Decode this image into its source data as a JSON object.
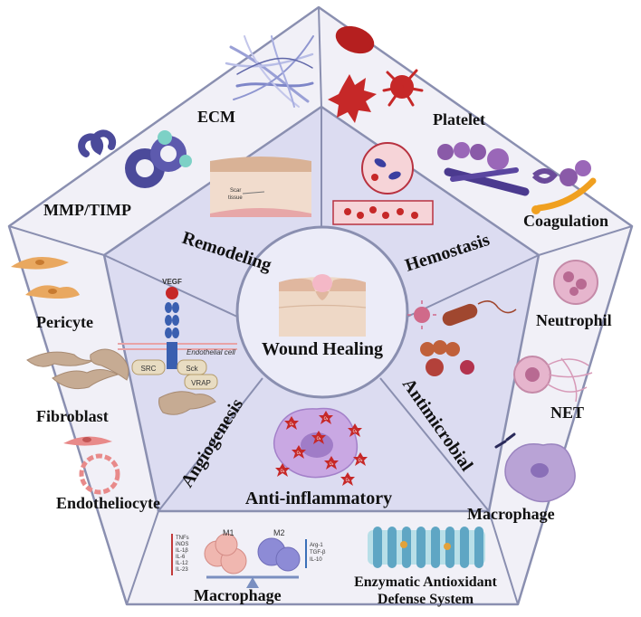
{
  "center": {
    "title": "Wound Healing"
  },
  "phases": {
    "remodeling": "Remodeling",
    "hemostasis": "Hemostasis",
    "angiogenesis": "Angiogenesis",
    "antimicrobial": "Antimicrobial",
    "anti_inflammatory": "Anti-inflammatory"
  },
  "outer_labels": {
    "ecm": "ECM",
    "mmp_timp": "MMP/TIMP",
    "platelet": "Platelet",
    "coagulation": "Coagulation",
    "pericyte": "Pericyte",
    "fibroblast": "Fibroblast",
    "endotheliocyte": "Endotheliocyte",
    "neutrophil": "Neutrophil",
    "net": "NET",
    "macrophage_right": "Macrophage",
    "macrophage_bottom": "Macrophage",
    "enzymatic_line1": "Enzymatic Antioxidant",
    "enzymatic_line2": "Defense System"
  },
  "inner_labels": {
    "vegf": "VEGF",
    "endothelial_cell": "Endothelial cell",
    "src": "SRC",
    "sck": "Sck",
    "vrap": "VRAP",
    "scar_tissue_1": "Scar",
    "scar_tissue_2": "tissue",
    "m1": "M1",
    "m2": "M2",
    "m1_markers": [
      "TNFs",
      "iNOS",
      "IL-1β",
      "IL-6",
      "IL-12",
      "IL-23"
    ],
    "m2_markers": [
      "Arg-1",
      "TGF-β",
      "IL-10"
    ],
    "ros_badge": "O₂"
  },
  "colors": {
    "outer_fill": "#f1f0f7",
    "inner_fill": "#dcdcf1",
    "center_fill": "#ececf8",
    "border": "#8a8fb0",
    "platelet_red": "#b51f1f",
    "ecm_blue": "#7e86c8",
    "cell_orange": "#e9a860",
    "fibroblast_tan": "#c6ab93",
    "purple": "#8a5aa8",
    "pink_macrophage": "#b9a3d6"
  }
}
